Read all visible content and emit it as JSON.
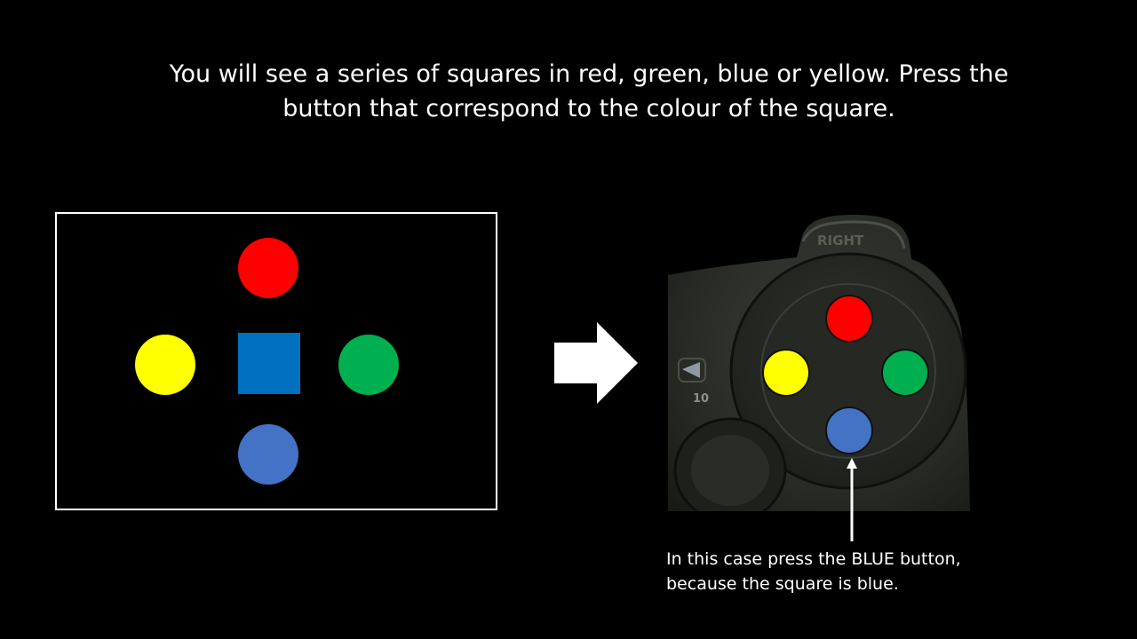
{
  "instruction": {
    "line1": "You will see a series of squares in red, green, blue or yellow. Press the",
    "line2": "button that correspond to the colour of the square."
  },
  "stimulus": {
    "square_color": "#0070c0",
    "circles": {
      "red": "#ff0000",
      "yellow": "#ffff00",
      "green": "#00b050",
      "blue": "#4472c4"
    }
  },
  "controller": {
    "label_right": "RIGHT",
    "label_10": "10",
    "buttons": {
      "red": "#ff0000",
      "yellow": "#ffff00",
      "green": "#00b050",
      "blue": "#4472c4"
    }
  },
  "caption": {
    "line1": "In this case press the BLUE button,",
    "line2": "because the square is blue."
  }
}
